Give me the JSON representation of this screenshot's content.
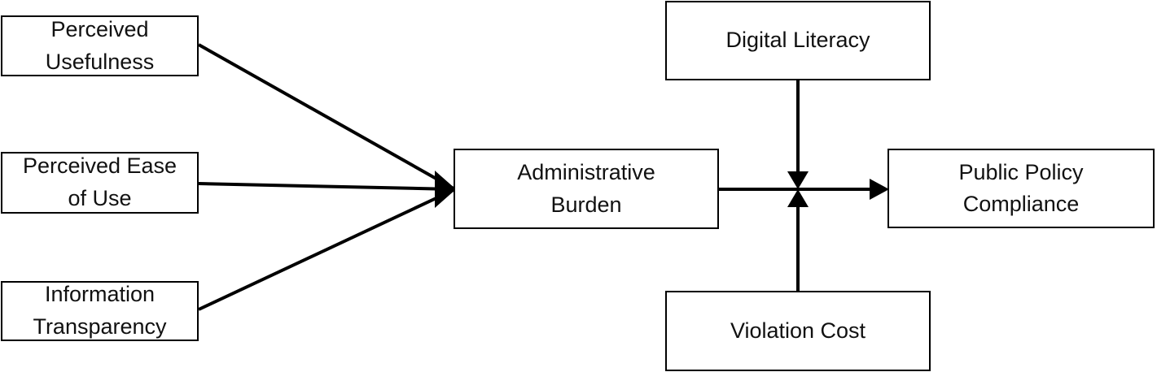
{
  "diagram": {
    "nodes": {
      "perceived_usefulness": "Perceived\nUsefulness",
      "perceived_ease_of_use": "Perceived Ease\nof Use",
      "information_transparency": "Information\nTransparency",
      "administrative_burden": "Administrative\nBurden",
      "digital_literacy": "Digital Literacy",
      "violation_cost": "Violation Cost",
      "public_policy_compliance": "Public Policy\nCompliance"
    },
    "edges": [
      {
        "from": "perceived_usefulness",
        "to": "administrative_burden"
      },
      {
        "from": "perceived_ease_of_use",
        "to": "administrative_burden"
      },
      {
        "from": "information_transparency",
        "to": "administrative_burden"
      },
      {
        "from": "administrative_burden",
        "to": "public_policy_compliance"
      },
      {
        "from": "digital_literacy",
        "to": "administrative_burden->public_policy_compliance",
        "type": "moderation"
      },
      {
        "from": "violation_cost",
        "to": "administrative_burden->public_policy_compliance",
        "type": "moderation"
      }
    ],
    "colors": {
      "stroke": "#000000",
      "text": "#111111",
      "background": "#ffffff"
    }
  }
}
